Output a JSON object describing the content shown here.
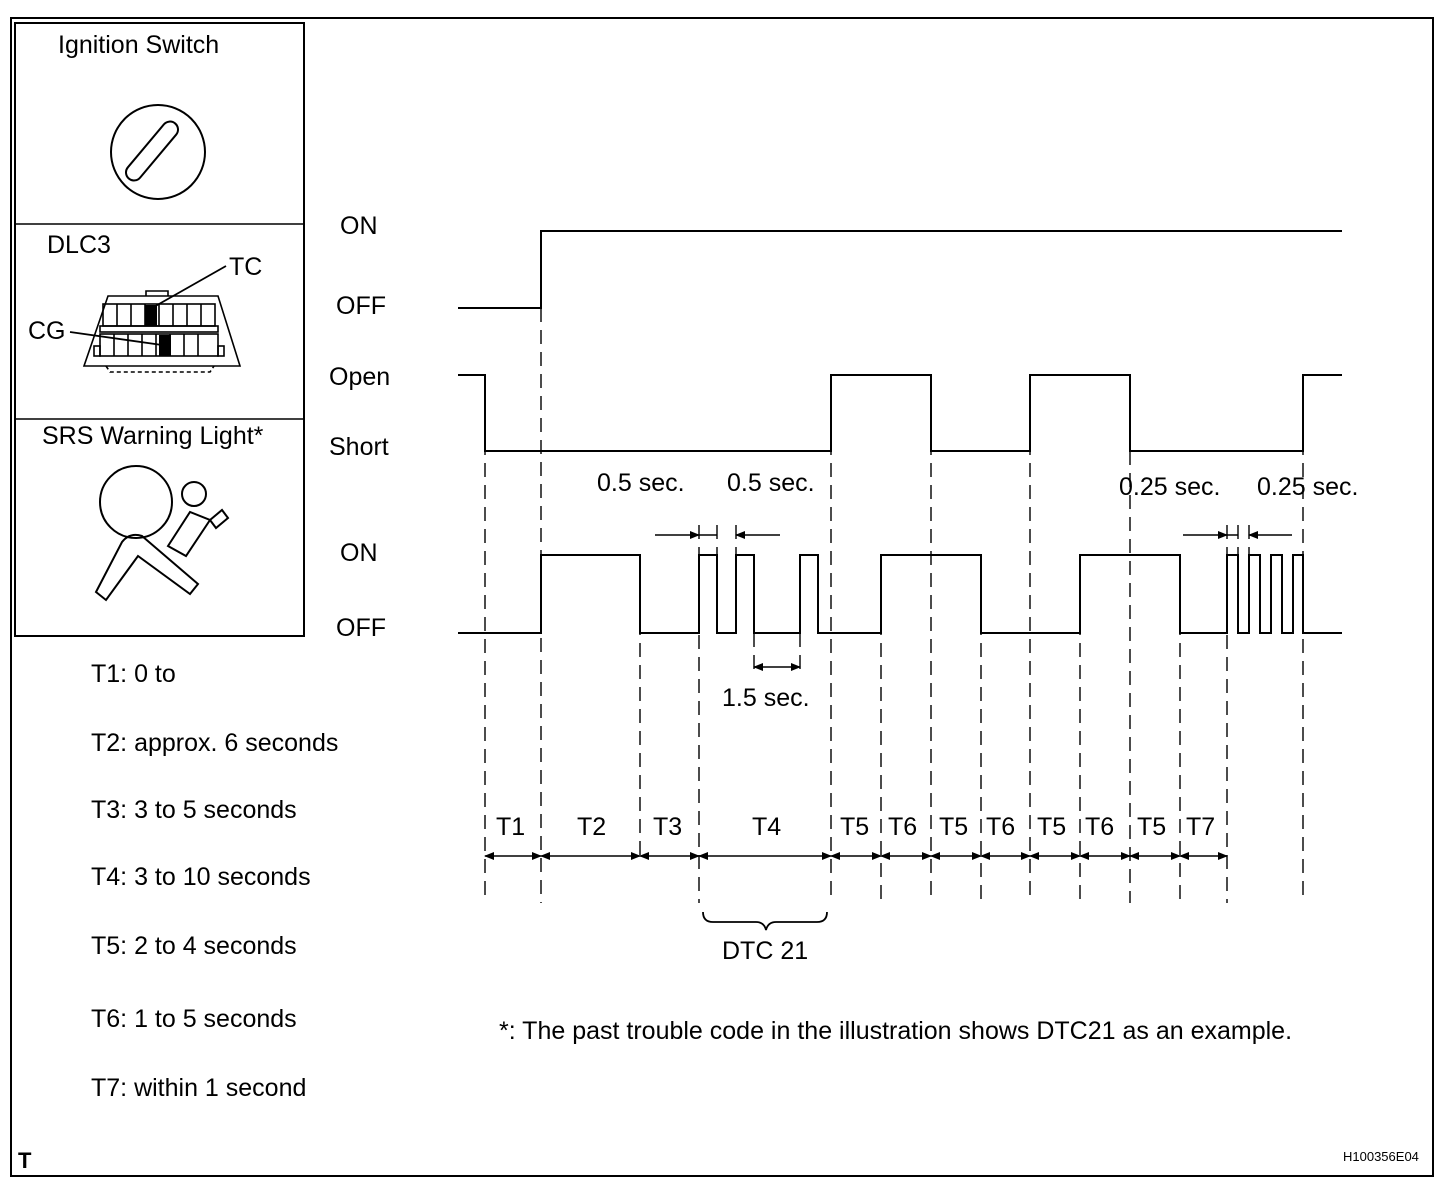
{
  "panels": {
    "ignition_title": "Ignition Switch",
    "dlc_title": "DLC3",
    "tc_label": "TC",
    "cg_label": "CG",
    "srs_title": "SRS Warning Light*"
  },
  "signal_labels": {
    "ig_on": "ON",
    "ig_off": "OFF",
    "tc_open": "Open",
    "tc_short": "Short",
    "srs_on": "ON",
    "srs_off": "OFF"
  },
  "timings": {
    "half_sec_a": "0.5 sec.",
    "half_sec_b": "0.5 sec.",
    "one_half_sec": "1.5 sec.",
    "quarter_sec_a": "0.25 sec.",
    "quarter_sec_b": "0.25 sec."
  },
  "segments": [
    "T1",
    "T2",
    "T3",
    "T4",
    "T5",
    "T6",
    "T5",
    "T6",
    "T5",
    "T6",
    "T5",
    "T7"
  ],
  "dtc_label": "DTC 21",
  "legend": [
    "T1: 0 to",
    "T2: approx. 6 seconds",
    "T3: 3 to 5 seconds",
    "T4: 3 to 10 seconds",
    "T5: 2 to 4 seconds",
    "T6: 1 to 5 seconds",
    "T7: within 1 second"
  ],
  "footnote": "*: The past trouble code in the illustration shows DTC21 as an example.",
  "corner_mark": "T",
  "figure_code": "H100356E04"
}
